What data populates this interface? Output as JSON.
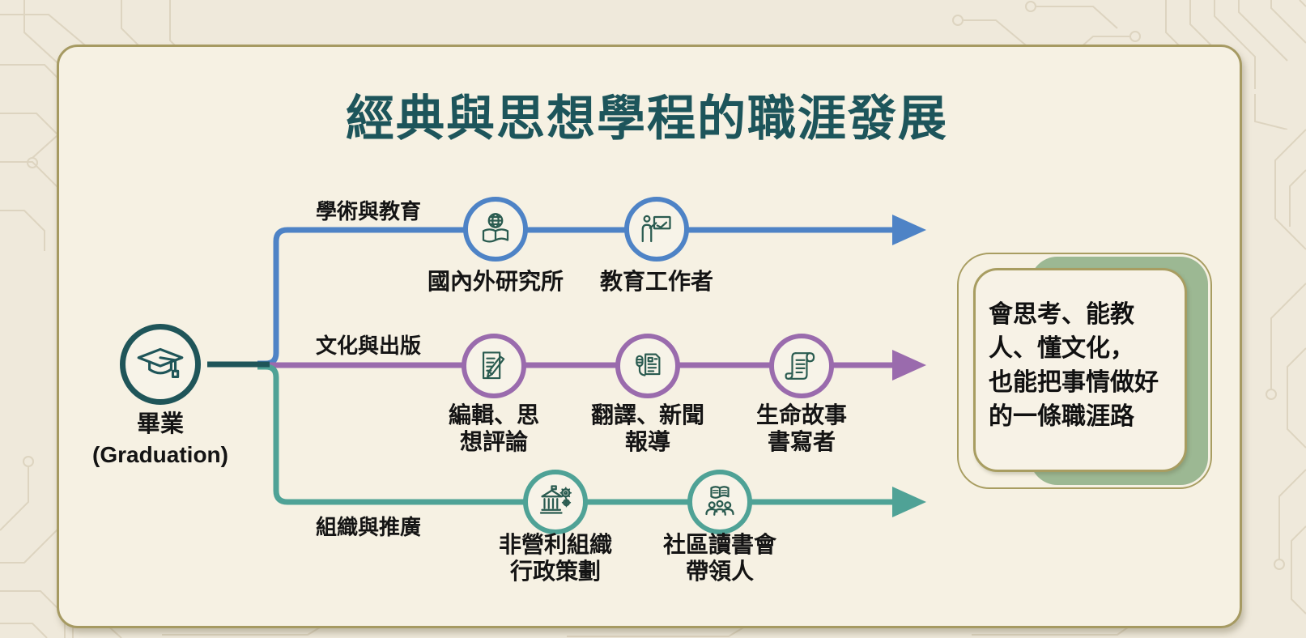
{
  "title": "經典與思想學程的職涯發展",
  "start": {
    "label": "畢業",
    "sublabel": "(Graduation)",
    "icon": "graduation-cap-icon"
  },
  "branches": [
    {
      "name": "學術與教育",
      "color": "#4e83c6",
      "nodes": [
        {
          "label": "國內外研究所",
          "icon": "globe-book-icon"
        },
        {
          "label": "教育工作者",
          "icon": "teacher-board-icon"
        }
      ]
    },
    {
      "name": "文化與出版",
      "color": "#9a6bad",
      "nodes": [
        {
          "label": "編輯、思\n想評論",
          "icon": "document-pencil-icon"
        },
        {
          "label": "翻譯、新聞\n報導",
          "icon": "microphone-news-icon"
        },
        {
          "label": "生命故事\n書寫者",
          "icon": "scroll-icon"
        }
      ]
    },
    {
      "name": "組織與推廣",
      "color": "#4fa296",
      "nodes": [
        {
          "label": "非營利組織\n行政策劃",
          "icon": "bank-gears-icon"
        },
        {
          "label": "社區讀書會\n帶領人",
          "icon": "book-group-icon"
        }
      ]
    }
  ],
  "outcome": {
    "text": "會思考、能教\n人、懂文化，\n也能把事情做好\n的一條職涯路"
  },
  "colors": {
    "background": "#efe9db",
    "card_fill": "#f6f1e3",
    "card_border_gold": "#a69a62",
    "title_teal": "#1d555b",
    "branch_blue": "#4e83c6",
    "branch_purple": "#9a6bad",
    "branch_teal": "#4fa296",
    "start_circle_teal": "#1f5559",
    "outcome_green": "#9cb893"
  }
}
